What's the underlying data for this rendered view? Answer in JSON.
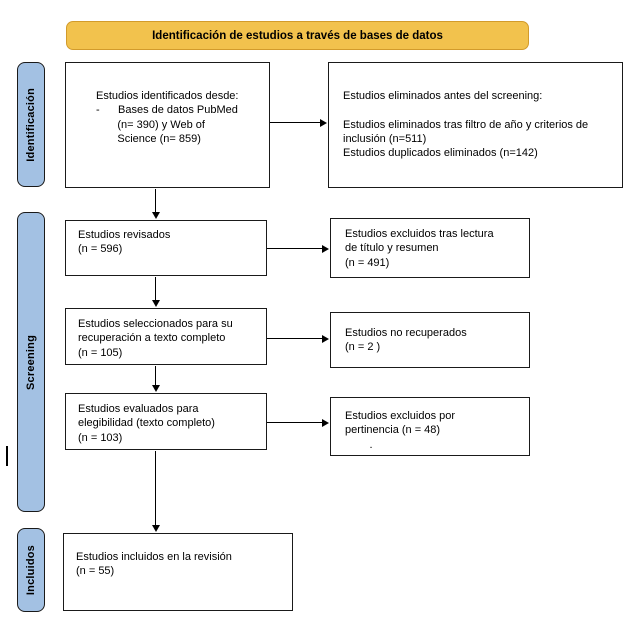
{
  "header": {
    "label": "Identificación de estudios a través de bases de datos"
  },
  "stages": [
    {
      "id": "identificacion",
      "label": "Identificación"
    },
    {
      "id": "screening",
      "label": "Screening"
    },
    {
      "id": "incluidos",
      "label": "Incluidos"
    }
  ],
  "boxes": {
    "identified": {
      "text": "Estudios identificados desde:\n-      Bases de datos PubMed\n       (n= 390) y Web of\n       Science (n= 859)"
    },
    "removed_before_screening": {
      "text": "Estudios eliminados antes del screening:\n\nEstudios eliminados tras filtro de año y criterios de\ninclusión (n=511)\nEstudios duplicados eliminados (n=142)"
    },
    "screened": {
      "text": "Estudios revisados\n(n = 596)"
    },
    "excluded_title_abstract": {
      "text": "Estudios excluidos tras lectura\nde título y resumen\n(n = 491)"
    },
    "sought_for_retrieval": {
      "text": "Estudios seleccionados para su\nrecuperación a texto completo\n(n = 105)"
    },
    "not_retrieved": {
      "text": "Estudios no recuperados\n(n = 2 )"
    },
    "assessed_eligibility": {
      "text": "Estudios evaluados para\nelegibilidad (texto completo)\n(n = 103)"
    },
    "excluded_relevance": {
      "text": "Estudios excluidos por\npertinencia (n = 48)\n        ."
    },
    "included": {
      "text": "Estudios incluidos en la revisión\n(n = 55)"
    }
  },
  "counts": {
    "pubmed": 390,
    "web_of_science": 859,
    "removed_filter_year_criteria": 511,
    "duplicates_removed": 142,
    "screened": 596,
    "excluded_title_abstract": 491,
    "sought_for_retrieval": 105,
    "not_retrieved": 2,
    "assessed_eligibility": 103,
    "excluded_relevance": 48,
    "included": 55
  },
  "colors": {
    "banner_bg": "#F2C24D",
    "banner_border": "#D29B2B",
    "stage_bg": "#A3C1E3",
    "box_border": "#1a1a1a",
    "arrow": "#000000"
  }
}
